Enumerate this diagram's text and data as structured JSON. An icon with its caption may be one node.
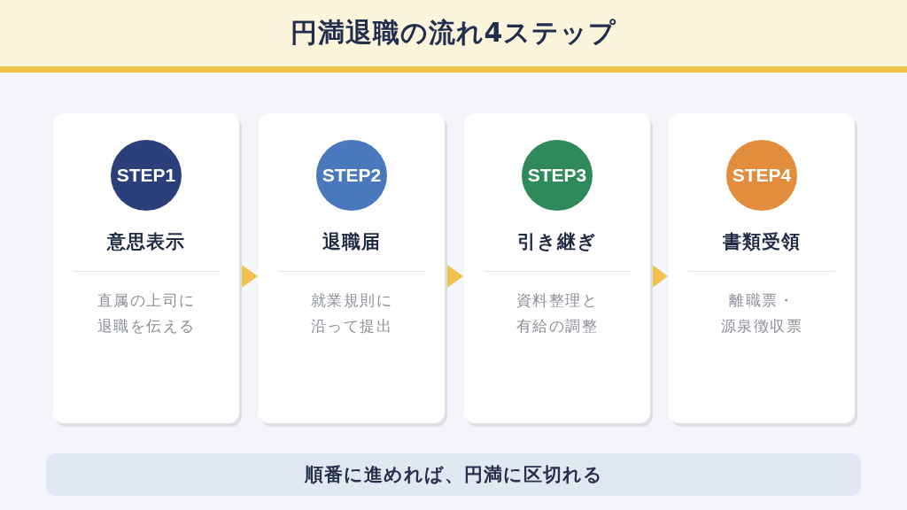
{
  "diagram": {
    "title": "円満退職の流れ4ステップ",
    "nodes": [
      {
        "text": [
          "意思表示",
          "直属の上司に退職を伝える"
        ]
      },
      {
        "text": [
          "STEP1"
        ],
        "in": 0
      },
      {
        "text": [
          "退職届",
          "就業規則に沿って提出"
        ]
      },
      {
        "text": [
          "STEP2"
        ],
        "in": 2
      },
      {
        "text": [
          "引き継ぎ",
          "資料整理と有給の調整"
        ]
      },
      {
        "text": [
          "STEP3"
        ],
        "in": 4
      },
      {
        "text": [
          "書類受領",
          "離職票・源泉徴収票"
        ]
      },
      {
        "text": [
          "STEP4"
        ],
        "in": 6
      },
      {
        "text": [
          "順番に進めれば、円満に区切れる"
        ]
      }
    ],
    "edges": [
      {
        "from": 0,
        "to": 2,
        "arrow": "to"
      },
      {
        "from": 2,
        "to": 4,
        "arrow": "to"
      },
      {
        "from": 4,
        "to": 6,
        "arrow": "to"
      }
    ]
  }
}
